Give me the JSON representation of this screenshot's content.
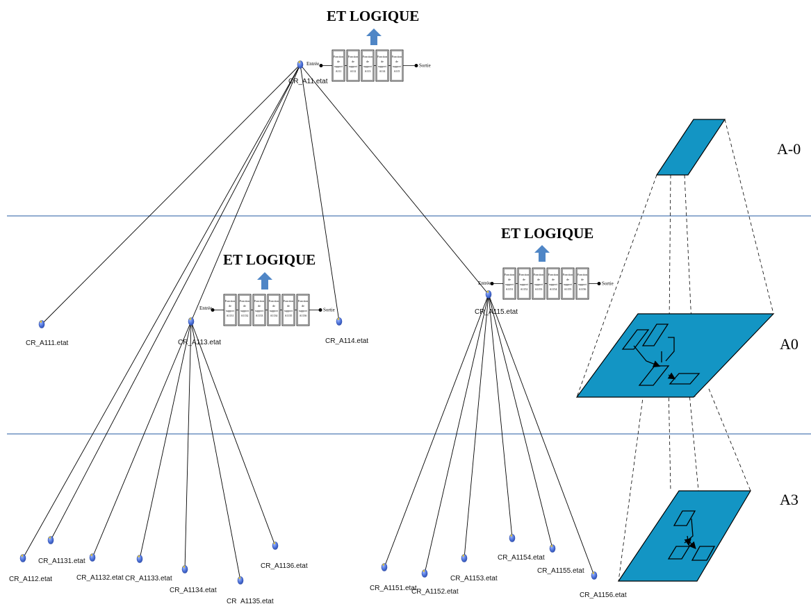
{
  "titles": [
    "ET LOGIQUE",
    "ET LOGIQUE",
    "ET LOGIQUE"
  ],
  "levels": [
    "A-0",
    "A0",
    "A3"
  ],
  "ports": {
    "input": "Entrée",
    "output": "Sortie"
  },
  "nodes": {
    "root": "CR_A11.etat",
    "a111": "CR_A111.etat",
    "a112": "CR_A112.etat",
    "a113": "CR_A113.etat",
    "a114": "CR_A114.etat",
    "a115": "CR_A115.etat",
    "a1131": "CR_A1131.etat",
    "a1132": "CR_A1132.etat",
    "a1133": "CR_A1133.etat",
    "a1134": "CR_A1134.etat",
    "a1135": "CR_A1135.etat",
    "a1136": "CR_A1136.etat",
    "a1151": "CR_A1151.etat",
    "a1152": "CR_A1152.etat",
    "a1153": "CR_A1153.etat",
    "a1154": "CR_A1154.etat",
    "a1155": "CR_A1155.etat",
    "a1156": "CR_A1156.etat"
  },
  "function_chains": {
    "top": {
      "prefix": [
        "Fonction",
        "de",
        "support"
      ],
      "ids": [
        "A111",
        "A112",
        "A113",
        "A114",
        "A115"
      ]
    },
    "left": {
      "prefix": [
        "Fonction",
        "de",
        "support"
      ],
      "ids": [
        "A1131",
        "A1132",
        "A1133",
        "A1134",
        "A1135",
        "A1136"
      ]
    },
    "right": {
      "prefix": [
        "Fonction",
        "de",
        "support"
      ],
      "ids": [
        "A1151",
        "A1152",
        "A1153",
        "A1154",
        "A1155",
        "A1156"
      ]
    }
  },
  "colors": {
    "node_fill": "#4a6fd6",
    "node_accent": "#e6c229",
    "separator": "#4f7bb5",
    "plane_fill": "#1395c4",
    "arrow": "#4f86c6"
  }
}
